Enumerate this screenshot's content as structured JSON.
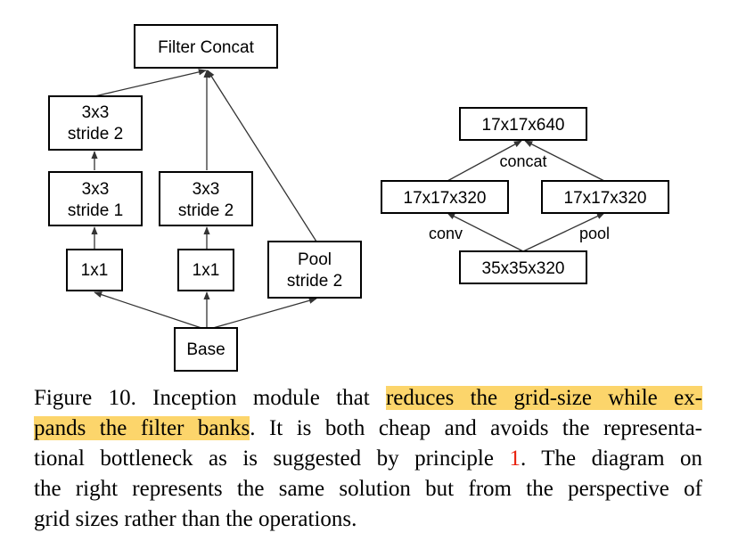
{
  "diagram": {
    "left": {
      "filter_concat": "Filter Concat",
      "conv3x3_s2_a": [
        "3x3",
        "stride 2"
      ],
      "conv3x3_s1": [
        "3x3",
        "stride 1"
      ],
      "conv3x3_s2_b": [
        "3x3",
        "stride 2"
      ],
      "conv1x1_a": "1x1",
      "conv1x1_b": "1x1",
      "pool_s2": [
        "Pool",
        "stride 2"
      ],
      "base": "Base"
    },
    "right": {
      "out": "17x17x640",
      "conv_out": "17x17x320",
      "pool_out": "17x17x320",
      "input": "35x35x320",
      "concat_label": "concat",
      "conv_label": "conv",
      "pool_label": "pool"
    }
  },
  "caption": {
    "l1_a": "Figure 10. Inception module that ",
    "l1_hl": "reduces the grid-size while ex-",
    "l2_hl": "pands the filter banks",
    "l2_b": ". It is both cheap and avoids the representa-",
    "l3_a": "tional bottleneck as is suggested by principle ",
    "l3_ref": "1",
    "l3_b": ".  The diagram on",
    "l4": "the right represents the same solution but from the perspective of",
    "l5": "grid sizes rather than the operations."
  },
  "colors": {
    "highlight": "#fcd56b",
    "reference": "#e8200c"
  }
}
